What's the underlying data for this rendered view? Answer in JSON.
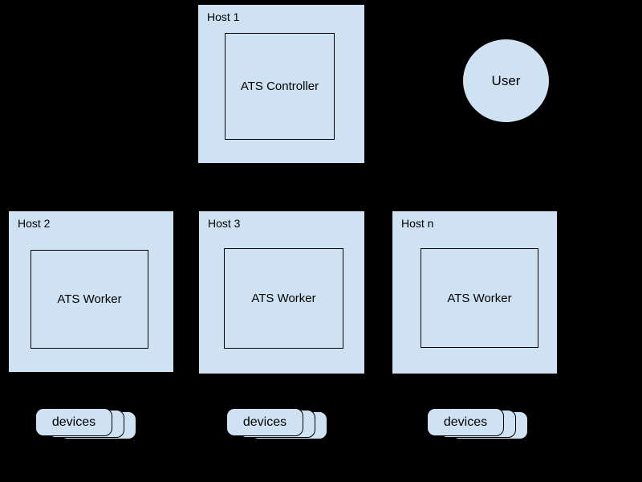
{
  "colors": {
    "background": "#000000",
    "shape_fill": "#cfe2f3",
    "shape_border": "#000000",
    "text": "#000000"
  },
  "diagram": {
    "controller_host": {
      "label": "Host 1",
      "node_label": "ATS Controller"
    },
    "user": {
      "label": "User"
    },
    "worker_hosts": [
      {
        "label": "Host 2",
        "node_label": "ATS Worker"
      },
      {
        "label": "Host 3",
        "node_label": "ATS Worker"
      },
      {
        "label": "Host n",
        "node_label": "ATS Worker"
      }
    ],
    "device_stacks": [
      {
        "label": "devices"
      },
      {
        "label": "devices"
      },
      {
        "label": "devices"
      }
    ]
  }
}
